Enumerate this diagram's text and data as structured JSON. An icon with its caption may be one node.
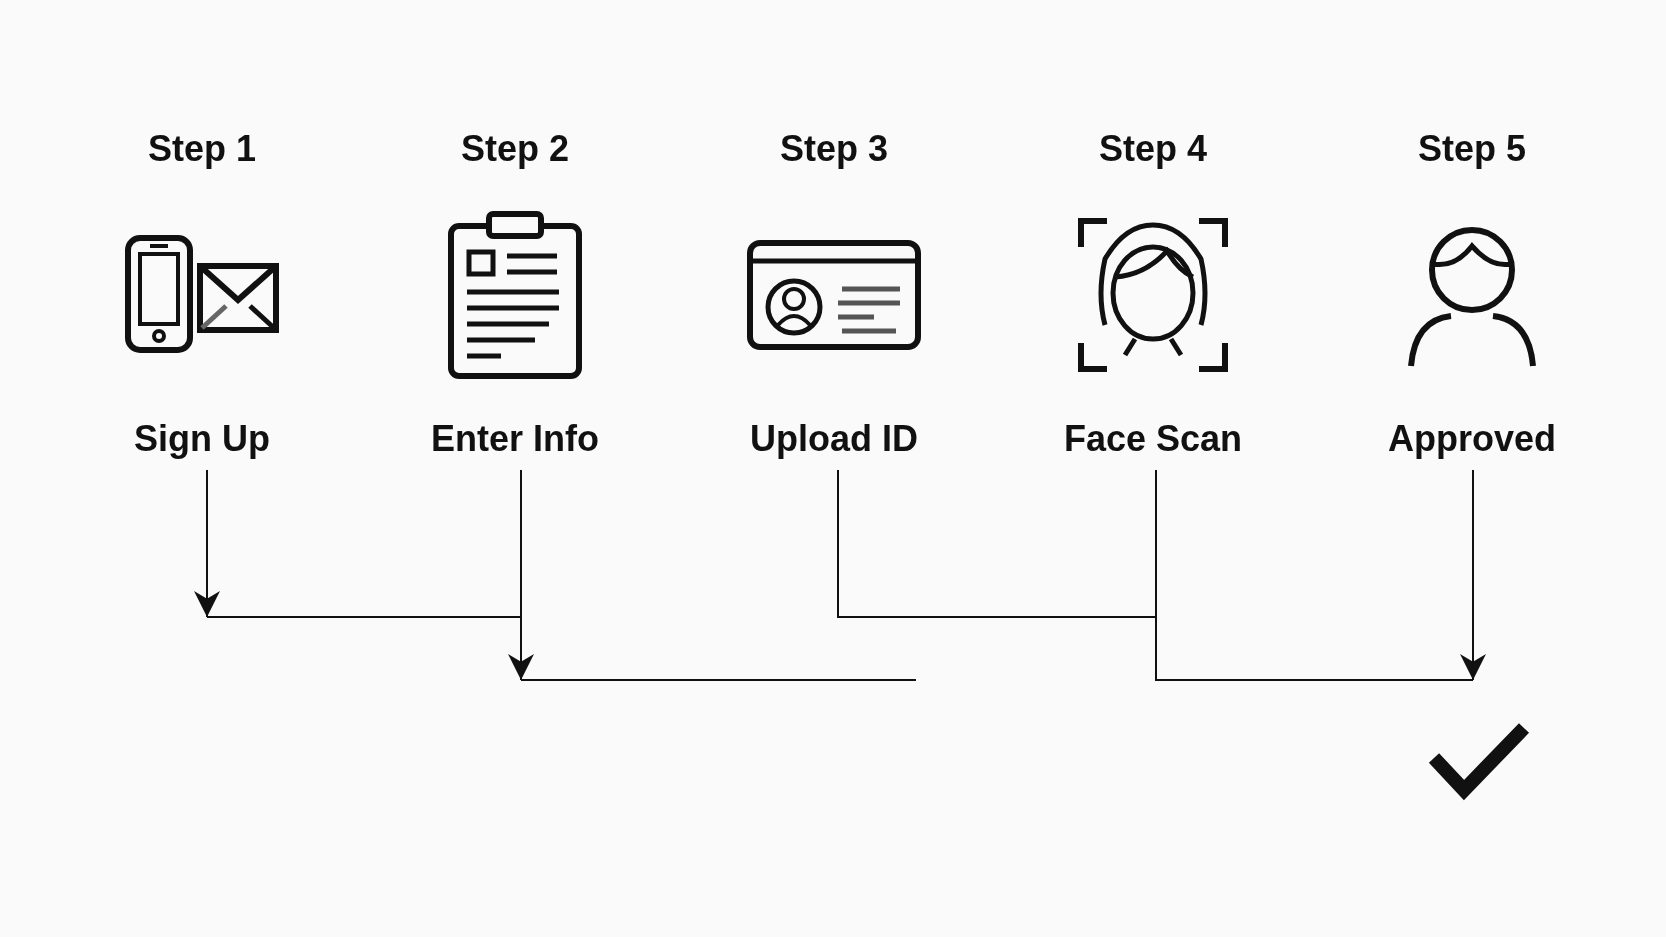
{
  "diagram": {
    "nodes": [
      {
        "text": [
          "Step 1",
          "Sign Up"
        ]
      },
      {
        "text": [
          "Step 2",
          "Enter Info"
        ]
      },
      {
        "text": [
          "Step 3",
          "Upload ID"
        ]
      },
      {
        "text": [
          "Step 4",
          "Face Scan"
        ]
      },
      {
        "text": [
          "Step 5",
          "Approved"
        ]
      }
    ],
    "edges": [
      {
        "from": 0,
        "to": null,
        "arrow": "to"
      },
      {
        "from": 1,
        "to": null,
        "arrow": "to"
      },
      {
        "from": 2,
        "to": 3,
        "arrow": "none"
      },
      {
        "from": 3,
        "to": null,
        "arrow": "none"
      },
      {
        "from": 4,
        "to": null,
        "arrow": "to"
      }
    ]
  }
}
